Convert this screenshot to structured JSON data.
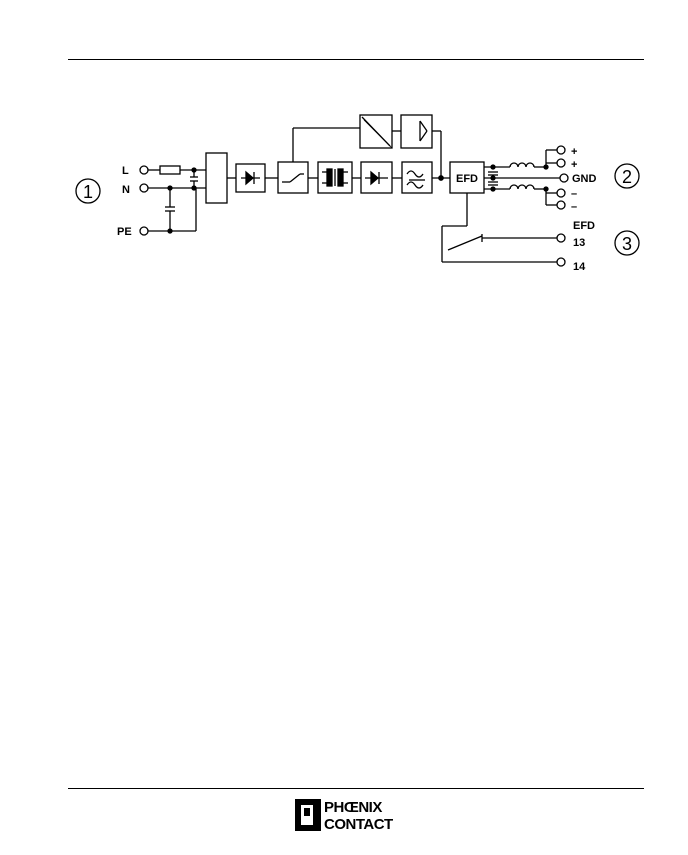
{
  "diagram": {
    "markers": [
      "1",
      "2",
      "3"
    ],
    "input_terminals": [
      "L",
      "N",
      "PE"
    ],
    "output_terminals": [
      "+",
      "+",
      "GND",
      "–",
      "–"
    ],
    "blocks": {
      "efd": "EFD"
    },
    "relay": {
      "title": "EFD",
      "terminals": [
        "13",
        "14"
      ]
    }
  },
  "brand": {
    "line1": "PHŒNIX",
    "line2": "CONTACT"
  }
}
